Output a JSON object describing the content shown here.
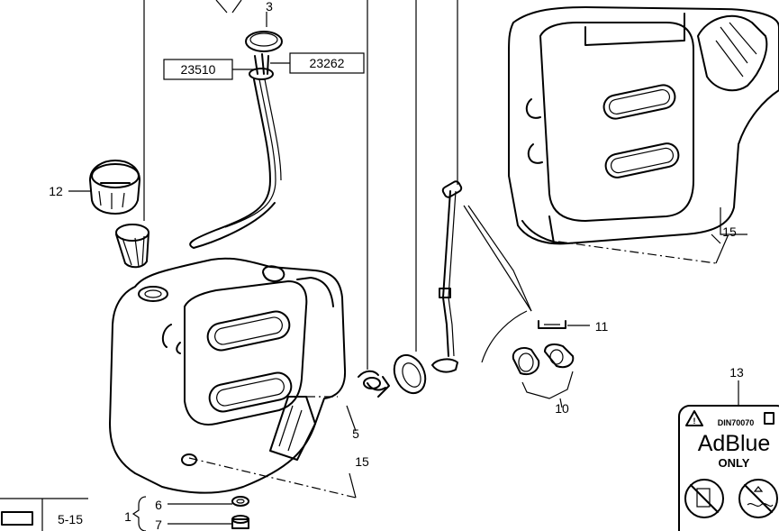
{
  "callouts": {
    "part_3": "3",
    "part_23510": "23510",
    "part_23262": "23262",
    "part_12": "12",
    "part_15_right": "15",
    "part_11": "11",
    "part_10": "10",
    "part_5": "5",
    "part_15_bottom": "15",
    "part_13": "13",
    "part_6": "6",
    "part_7": "7",
    "part_1": "1",
    "ref_page": "5-15"
  },
  "decal": {
    "standard": "DIN70070",
    "brand": "AdBlue",
    "note": "ONLY"
  }
}
